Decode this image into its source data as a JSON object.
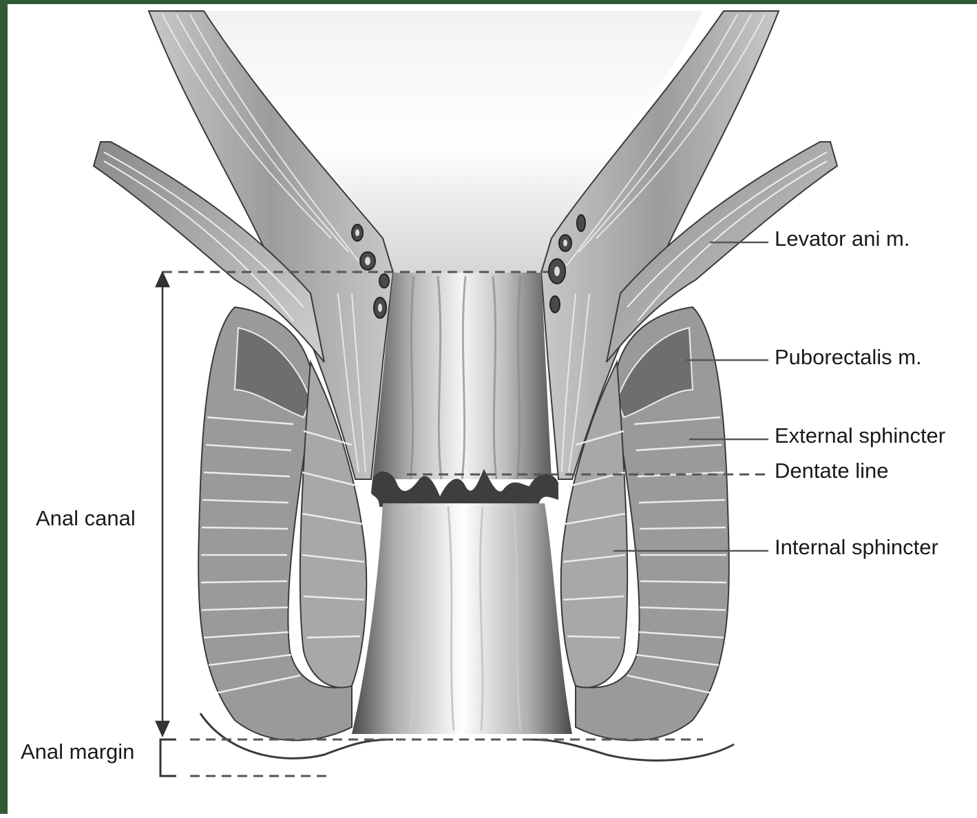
{
  "labels": {
    "levator_ani": "Levator ani m.",
    "puborectalis": "Puborectalis m.",
    "external_sphincter": "External sphincter",
    "dentate_line": "Dentate line",
    "internal_sphincter": "Internal sphincter",
    "anal_canal": "Anal canal",
    "anal_margin": "Anal margin"
  },
  "colors": {
    "frame": "#2f5a34",
    "muscle": "#9a9a9a",
    "muscle_dark": "#6e6e6e",
    "fiber_lines": "#e8e8e8",
    "mucosa": "#d9d9d9",
    "leader_lines": "#555555"
  }
}
